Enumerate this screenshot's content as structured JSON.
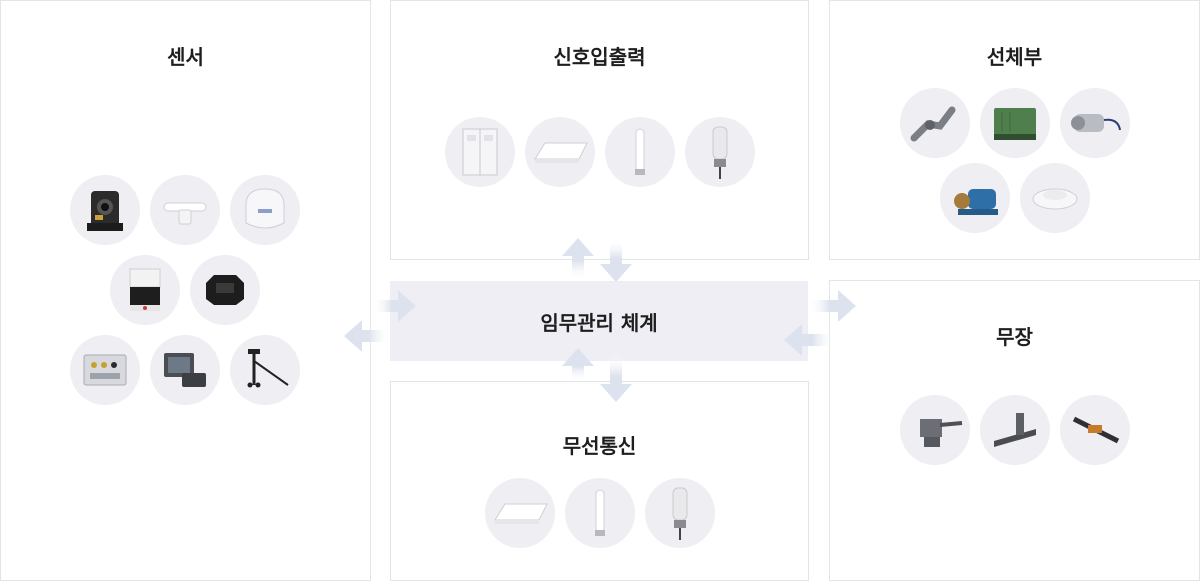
{
  "center": {
    "title": "임무관리 체계"
  },
  "panels": {
    "sensor": {
      "title": "센서"
    },
    "signal_io": {
      "title": "신호입출력"
    },
    "hull": {
      "title": "선체부"
    },
    "weapon": {
      "title": "무장"
    },
    "wireless": {
      "title": "무선통신"
    }
  },
  "icons": {
    "sensor": [
      "camera-gimbal-icon",
      "radar-antenna-icon",
      "radome-icon",
      "lidar-icon",
      "rotary-lidar-icon",
      "io-module-icon",
      "display-unit-icon",
      "anemometer-icon"
    ],
    "signal_io": [
      "cabinet-icon",
      "router-icon",
      "whip-antenna-icon",
      "mast-antenna-icon"
    ],
    "hull": [
      "steering-gear-icon",
      "generator-icon",
      "motor-icon",
      "pump-icon",
      "smoke-detector-icon"
    ],
    "weapon": [
      "gun-turret-icon",
      "launcher-icon",
      "machine-gun-icon"
    ],
    "wireless": [
      "router-icon",
      "whip-antenna-icon",
      "mast-antenna-icon"
    ]
  },
  "colors": {
    "panel_border": "#e4e4e8",
    "center_bg": "#eeeef4",
    "circle_bg": "#eeeef3",
    "arrow": "#dde3ee"
  }
}
